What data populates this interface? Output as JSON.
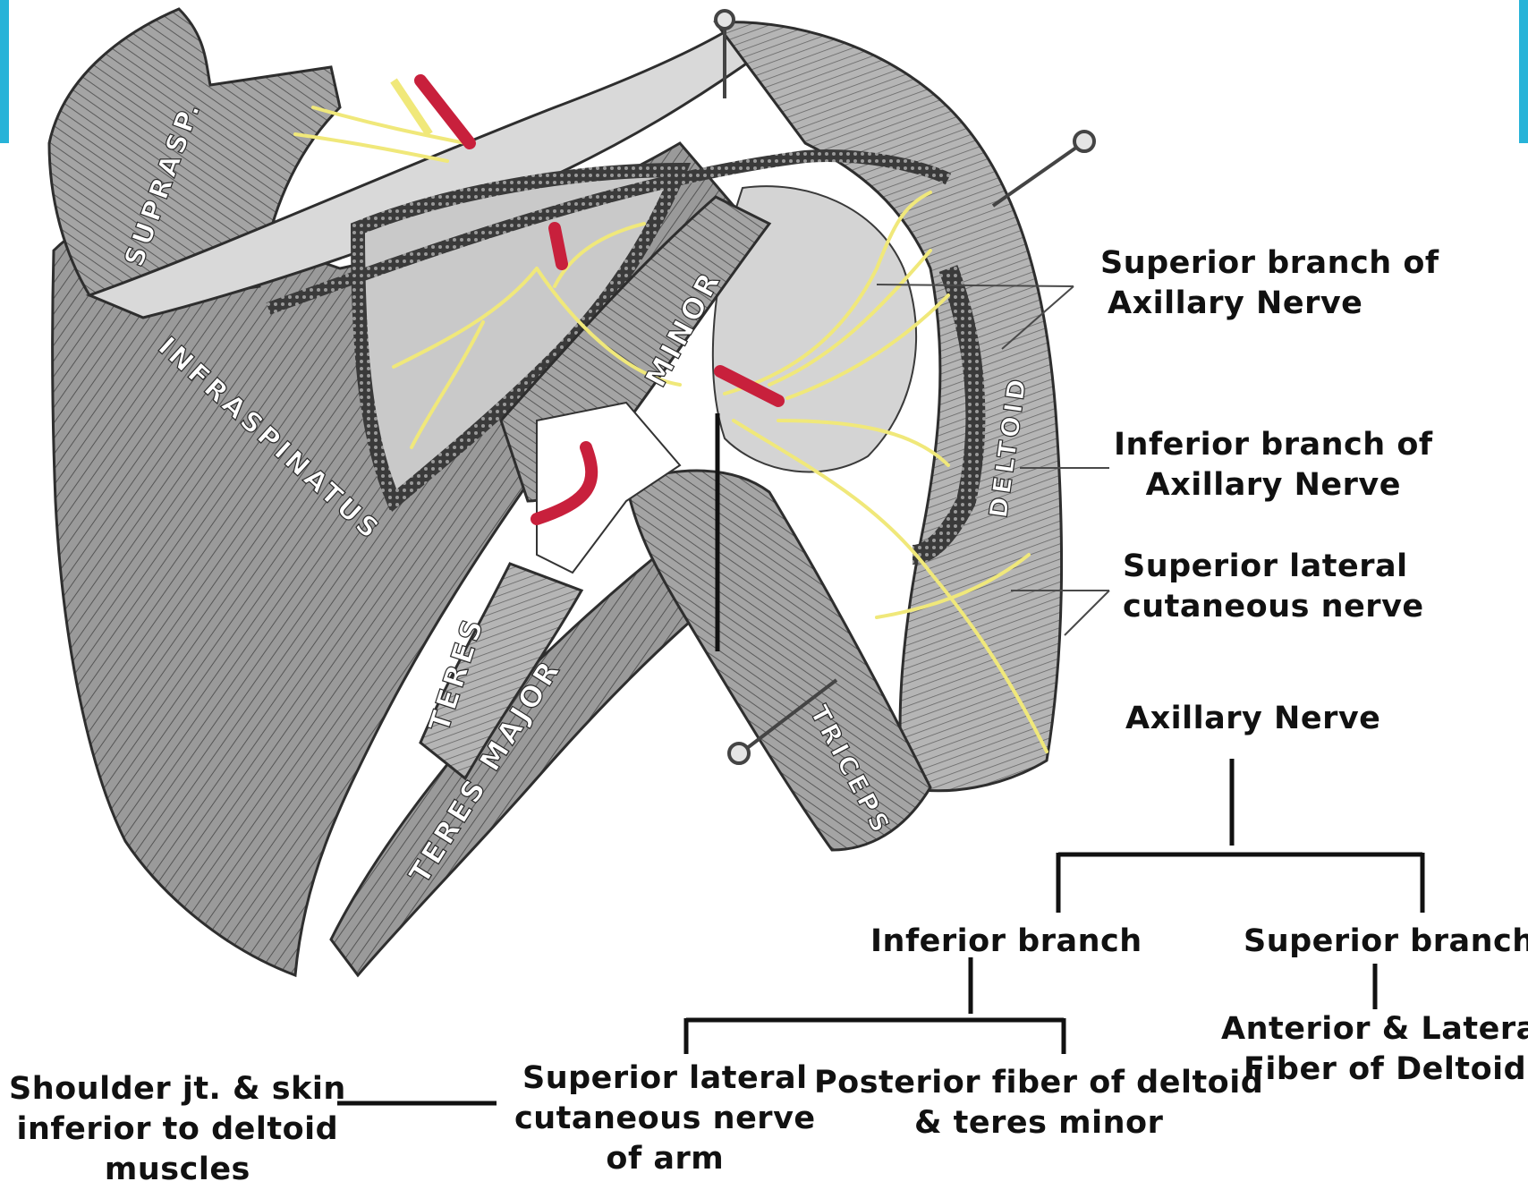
{
  "anatomy_labels": {
    "supraspinatus": "SUPRASP.",
    "infraspinatus": "INFRASPINATUS",
    "teres_minor_a": "MINOR",
    "teres_minor_b": "TERES",
    "teres_major": "TERES MAJOR",
    "deltoid": "DELTOID",
    "triceps": "TRICEPS"
  },
  "annotations": {
    "superior_branch": [
      "Superior branch of",
      "Axillary Nerve"
    ],
    "inferior_branch": [
      "Inferior branch of",
      "Axillary Nerve"
    ],
    "superior_lateral": [
      "Superior lateral",
      "cutaneous nerve"
    ]
  },
  "tree": {
    "root": "Axillary Nerve",
    "inferior": "Inferior branch",
    "superior": "Superior branch",
    "superior_child": [
      "Anterior & Lateral",
      "Fiber of Deltoid"
    ],
    "inferior_child_1": [
      "Superior lateral",
      "cutaneous nerve",
      "of arm"
    ],
    "inferior_child_2": [
      "Posterior fiber of deltoid",
      "& teres minor"
    ],
    "inferior_child_1_target": [
      "Shoulder jt. & skin",
      "inferior to deltoid",
      "muscles"
    ]
  },
  "colors": {
    "muscle": "#8f8f8f",
    "nerve": "#f0e87a",
    "artery": "#c8203c",
    "line": "#111111",
    "frame_accent": "#27b3d8"
  }
}
